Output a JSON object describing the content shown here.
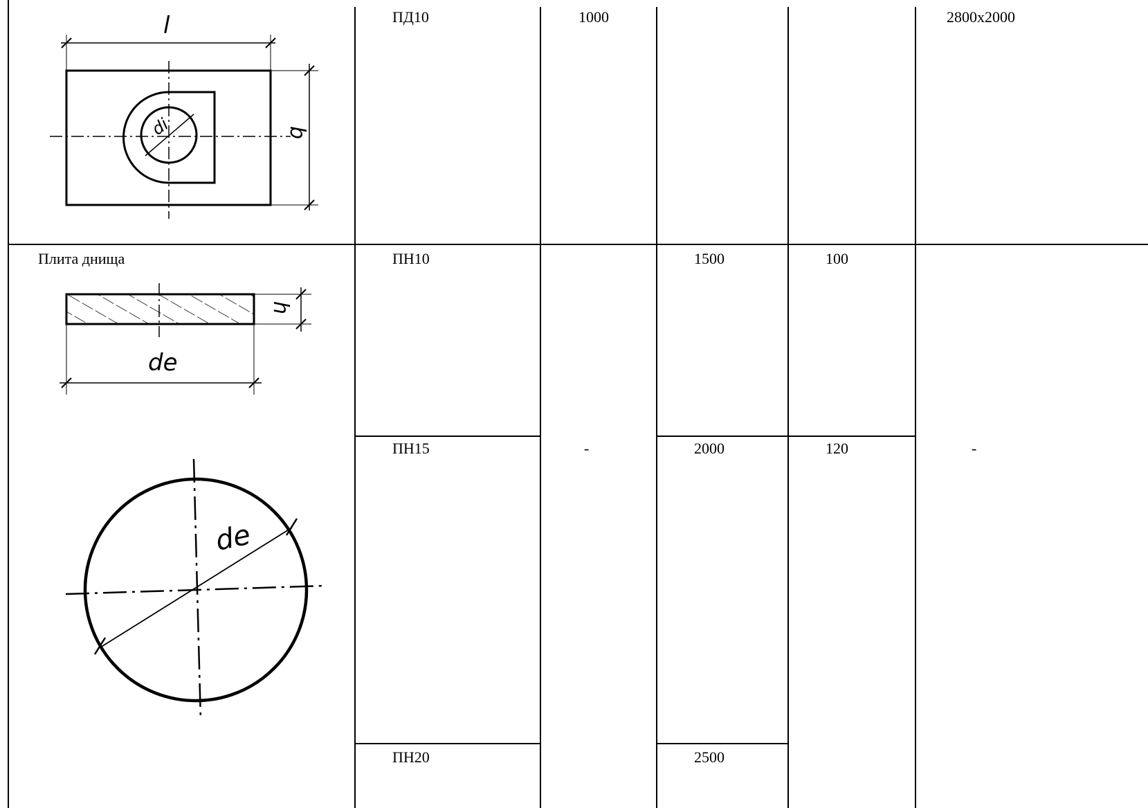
{
  "table": {
    "rows": [
      {
        "description": "",
        "mark": "ПД10",
        "col_c": "1000",
        "col_d": "",
        "col_e": "",
        "col_f": "2800x2000"
      },
      {
        "description": "Плита днища",
        "mark": "ПН10",
        "col_c": "",
        "col_d": "1500",
        "col_e": "100",
        "col_f": ""
      },
      {
        "description": "",
        "mark": "ПН15",
        "col_c": "-",
        "col_d": "2000",
        "col_e": "120",
        "col_f": "-"
      },
      {
        "description": "",
        "mark": "ПН20",
        "col_c": "",
        "col_d": "2500",
        "col_e": "",
        "col_f": ""
      }
    ]
  },
  "drawings": {
    "top_plate": {
      "label_length": "l",
      "label_width": "b",
      "label_hole": "di"
    },
    "bottom_section": {
      "label_height": "h",
      "label_diameter": "de"
    },
    "bottom_circle": {
      "label_diameter": "de"
    }
  }
}
